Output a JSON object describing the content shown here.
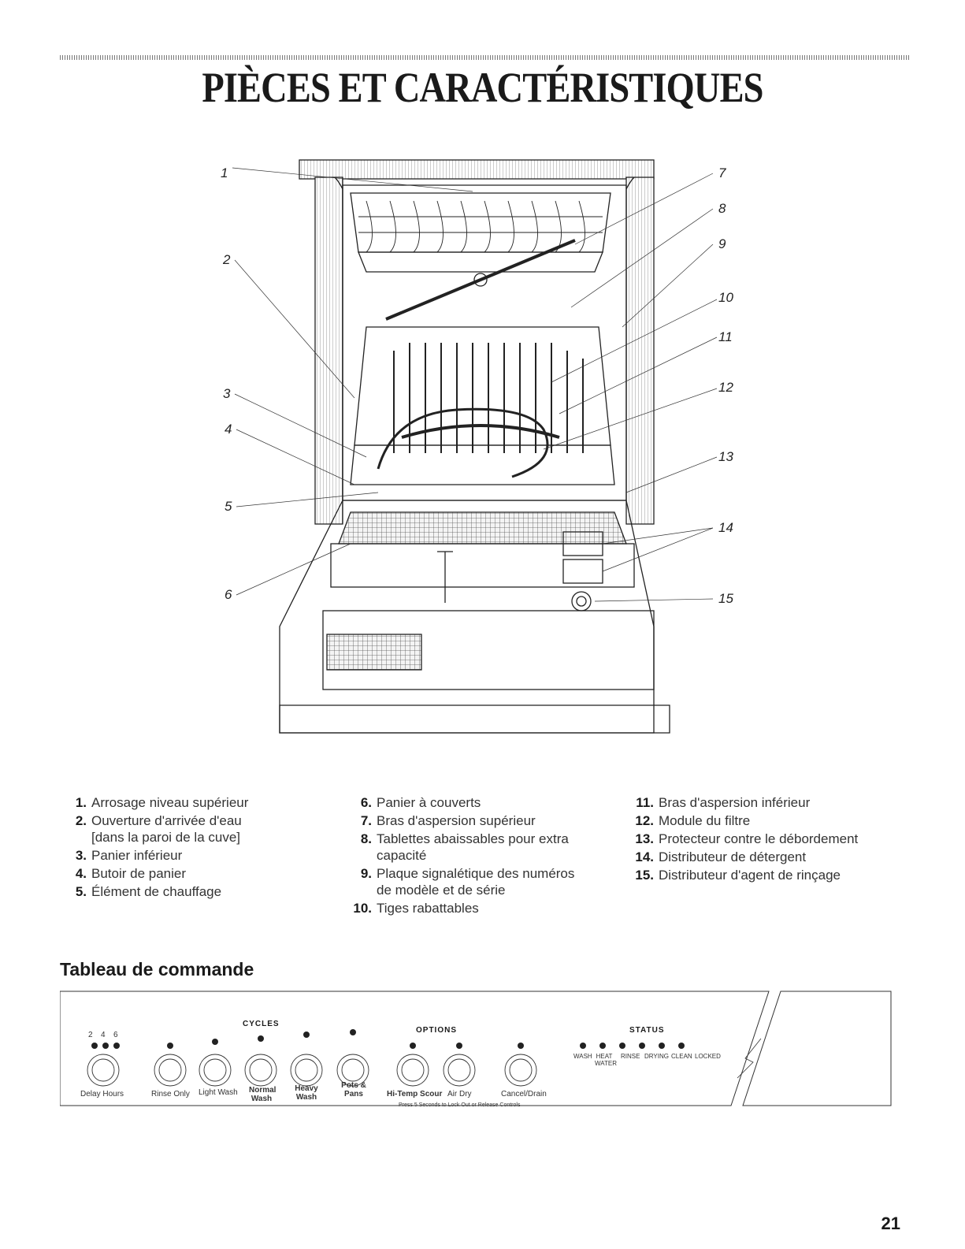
{
  "title": "PIÈCES ET CARACTÉRISTIQUES",
  "callouts": [
    "1",
    "2",
    "3",
    "4",
    "5",
    "6",
    "7",
    "8",
    "9",
    "10",
    "11",
    "12",
    "13",
    "14",
    "15"
  ],
  "parts": [
    {
      "num": "1.",
      "text": "Arrosage niveau supérieur"
    },
    {
      "num": "2.",
      "text": "Ouverture d'arrivée d'eau",
      "text2": "[dans la paroi de la cuve]"
    },
    {
      "num": "3.",
      "text": "Panier inférieur"
    },
    {
      "num": "4.",
      "text": "Butoir de panier"
    },
    {
      "num": "5.",
      "text": "Élément de chauffage"
    },
    {
      "num": "6.",
      "text": "Panier à couverts"
    },
    {
      "num": "7.",
      "text": "Bras d'aspersion supérieur"
    },
    {
      "num": "8.",
      "text": "Tablettes abaissables pour extra",
      "text2": "capacité"
    },
    {
      "num": "9.",
      "text": "Plaque signalétique des numéros",
      "text2": "de modèle et de série"
    },
    {
      "num": "10.",
      "text": "Tiges rabattables"
    },
    {
      "num": "11.",
      "text": "Bras d'aspersion inférieur"
    },
    {
      "num": "12.",
      "text": "Module du filtre"
    },
    {
      "num": "13.",
      "text": "Protecteur contre le débordement"
    },
    {
      "num": "14.",
      "text": "Distributeur de détergent"
    },
    {
      "num": "15.",
      "text": "Distributeur d'agent de rinçage"
    }
  ],
  "control_panel": {
    "section_title": "Tableau de commande",
    "delay_ticks": [
      "2",
      "4",
      "6"
    ],
    "headings": {
      "cycles": "CYCLES",
      "options": "OPTIONS",
      "status": "STATUS"
    },
    "buttons": {
      "delay": "Delay Hours",
      "rinse": "Rinse Only",
      "light": "Light Wash",
      "normal": "Normal Wash",
      "heavy": "Heavy Wash",
      "pots": "Pots & Pans",
      "hitemp": "Hi-Temp Scour",
      "airdry": "Air Dry",
      "cancel": "Cancel/Drain"
    },
    "status_labels": [
      "WASH",
      "HEAT WATER",
      "RINSE",
      "DRYING",
      "CLEAN",
      "LOCKED"
    ],
    "lock_note": "Press 5 Seconds to Lock Out or Release Controls"
  },
  "page_number": "21"
}
